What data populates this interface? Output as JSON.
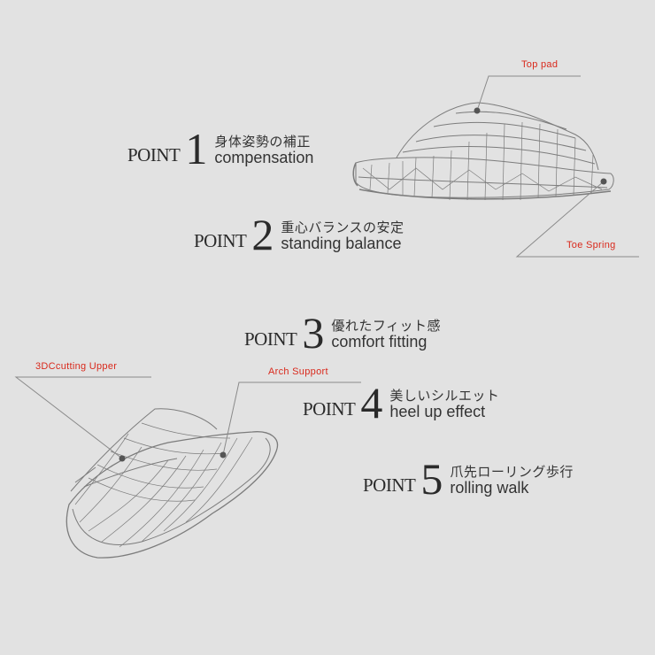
{
  "points": [
    {
      "label": "POINT",
      "number": "1",
      "jp": "身体姿勢の補正",
      "en": "compensation"
    },
    {
      "label": "POINT",
      "number": "2",
      "jp": "重心バランスの安定",
      "en": "standing balance"
    },
    {
      "label": "POINT",
      "number": "3",
      "jp": "優れたフィット感",
      "en": "comfort fitting"
    },
    {
      "label": "POINT",
      "number": "4",
      "jp": "美しいシルエット",
      "en": "heel up effect"
    },
    {
      "label": "POINT",
      "number": "5",
      "jp": "爪先ローリング歩行",
      "en": "rolling walk"
    }
  ],
  "callouts": {
    "top_pad": "Top pad",
    "toe_spring": "Toe Spring",
    "upper": "3DCcutting Upper",
    "arch": "Arch Support"
  },
  "colors": {
    "background": "#e2e2e2",
    "callout_text": "#d9291c",
    "leader_line": "#8a8a8a",
    "wireframe": "#7a7a7a"
  }
}
